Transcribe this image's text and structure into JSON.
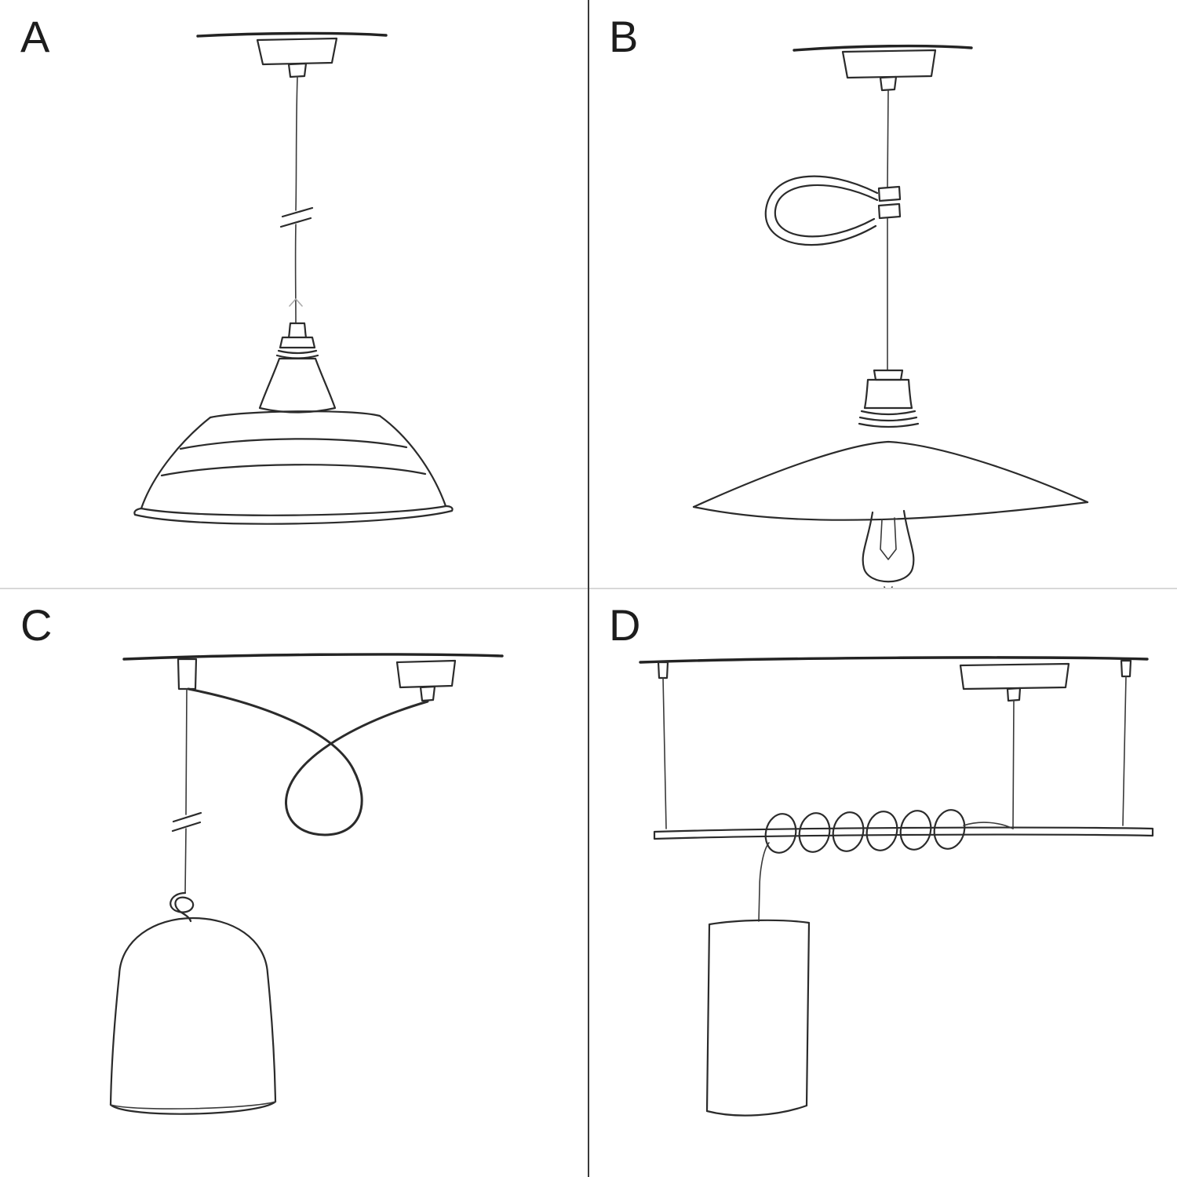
{
  "page": {
    "background_color": "#ffffff",
    "ink_color": "#2b2b2b",
    "divider_vertical_color": "#3a3a3a",
    "divider_horizontal_color": "#d8d8d8"
  },
  "panels": [
    {
      "label": "A",
      "sketch": "pendant-straight-cable-barn-shade"
    },
    {
      "label": "B",
      "sketch": "pendant-cable-loop-flat-shade-exposed-bulb"
    },
    {
      "label": "C",
      "sketch": "swag-pendant-hook-bell-shade"
    },
    {
      "label": "D",
      "sketch": "horizontal-bar-suspension-coiled-cable-cylinder-shade"
    }
  ]
}
